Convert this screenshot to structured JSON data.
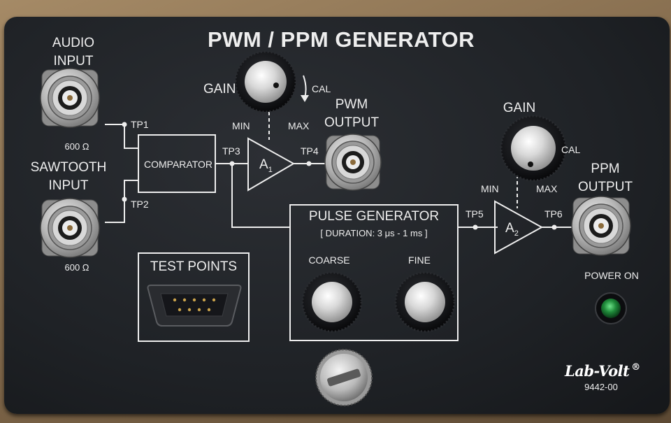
{
  "panel": {
    "title": "PWM / PPM GENERATOR",
    "audio_input": [
      "AUDIO",
      "INPUT"
    ],
    "sawtooth_input": [
      "SAWTOOTH",
      "INPUT"
    ],
    "impedance_audio": "600 Ω",
    "impedance_sawtooth": "600 Ω",
    "comparator": "COMPARATOR",
    "tp1": "TP1",
    "tp2": "TP2",
    "tp3": "TP3",
    "tp4": "TP4",
    "tp5": "TP5",
    "tp6": "TP6",
    "gain1": {
      "label": "GAIN",
      "cal": "CAL",
      "min": "MIN",
      "max": "MAX"
    },
    "gain2": {
      "label": "GAIN",
      "cal": "CAL",
      "min": "MIN",
      "max": "MAX"
    },
    "amp1": {
      "letter": "A",
      "sub": "1"
    },
    "amp2": {
      "letter": "A",
      "sub": "2"
    },
    "pwm_output": [
      "PWM",
      "OUTPUT"
    ],
    "ppm_output": [
      "PPM",
      "OUTPUT"
    ],
    "pulse_generator": {
      "title": "PULSE GENERATOR",
      "duration": "[ DURATION: 3 μs - 1 ms ]",
      "coarse": "COARSE",
      "fine": "FINE"
    },
    "test_points": "TEST POINTS",
    "power_on": "POWER ON",
    "brand": "Lab-Volt",
    "brand_mark": "®",
    "model": "9442-00"
  },
  "colors": {
    "panel": "#1f2226",
    "screen_print": "#eeeeee",
    "led": "#1f8a3a",
    "background_box": "#8a7355"
  },
  "icons": {
    "bnc": "bnc-connector-icon",
    "knob": "rotary-knob-icon",
    "amplifier": "amplifier-triangle-icon",
    "db9": "db9-connector-icon",
    "led": "power-led-icon",
    "screw": "thumbscrew-icon"
  }
}
